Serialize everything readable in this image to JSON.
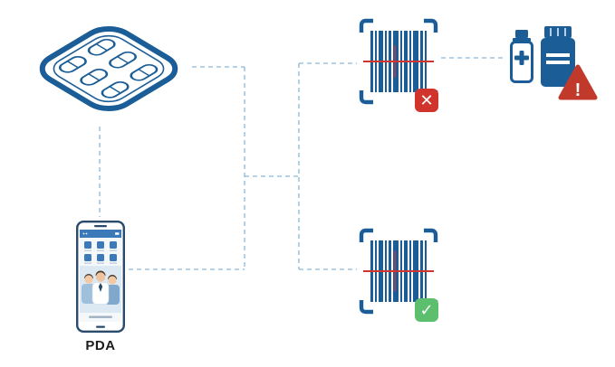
{
  "diagram": {
    "pda": {
      "label": "PDA"
    },
    "status": {
      "fail": "✕",
      "success": "✓",
      "warning": "!"
    },
    "icons": {
      "pill_tray": "pill-tray",
      "pda_device": "pda-device",
      "barcode_fail": "barcode-scan-error",
      "barcode_success": "barcode-scan-success",
      "medicine_bottles": "medicine-bottles",
      "warning_triangle": "warning-triangle"
    },
    "colors": {
      "primary_blue": "#1b5e97",
      "connector_blue": "#8ab6d6",
      "scan_line_red": "#d0342c",
      "error_red": "#d0342c",
      "success_green": "#5cbf6e",
      "warning_red": "#c0392b"
    }
  }
}
